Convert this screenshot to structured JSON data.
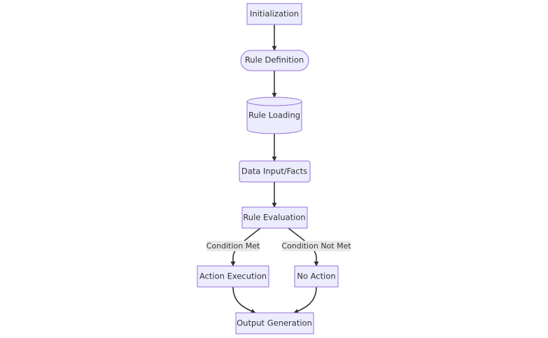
{
  "nodes": {
    "initialization": "Initialization",
    "rule_definition": "Rule Definition",
    "rule_loading": "Rule Loading",
    "data_input": "Data Input/Facts",
    "rule_evaluation": "Rule Evaluation",
    "action_execution": "Action Execution",
    "no_action": "No Action",
    "output_generation": "Output Generation"
  },
  "edges": {
    "condition_met": "Condition Met",
    "condition_not_met": "Condition Not Met"
  },
  "colors": {
    "node_fill": "#ECECFF",
    "node_stroke": "#9370DB",
    "edge": "#333333",
    "edge_label_bg": "#e8e8e8"
  }
}
